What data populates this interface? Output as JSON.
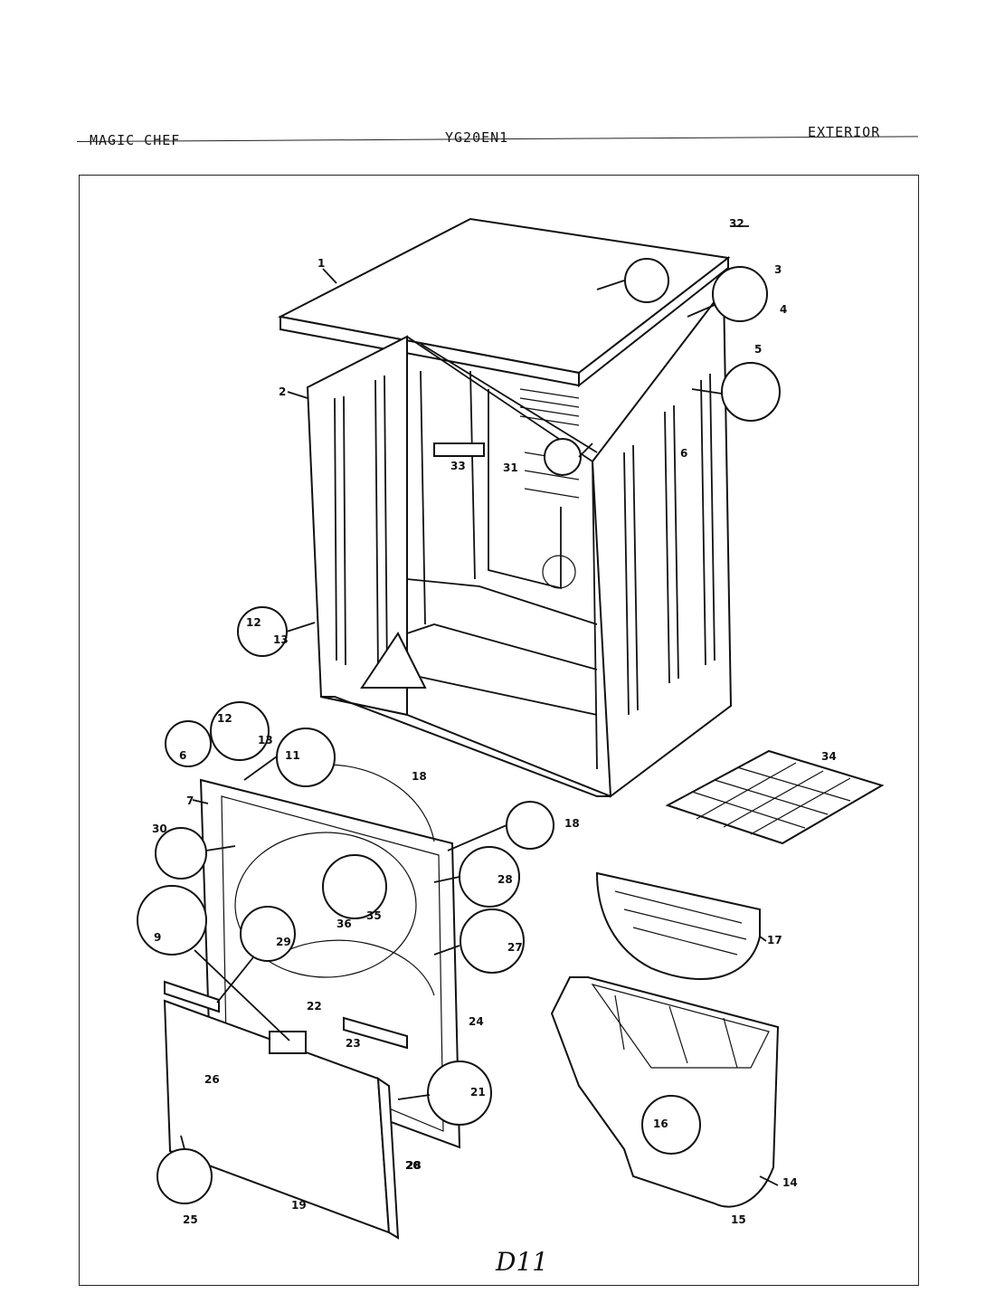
{
  "header": {
    "brand": "MAGIC CHEF",
    "model": "YG20EN1",
    "section": "EXTERIOR"
  },
  "footer": {
    "page_code": "D11"
  },
  "callouts": {
    "c1": "1",
    "c2": "2",
    "c3": "3",
    "c4": "4",
    "c5": "5",
    "c6": "6",
    "c6b": "6",
    "c7": "7",
    "c9": "9",
    "c11": "11",
    "c12a": "12",
    "c13a": "13",
    "c12b": "12",
    "c13b": "13",
    "c14": "14",
    "c15": "15",
    "c16": "16",
    "c17": "17",
    "c18a": "18",
    "c18b": "18",
    "c19": "19",
    "c20": "20",
    "c21": "21",
    "c22": "22",
    "c23": "23",
    "c24": "24",
    "c25": "25",
    "c26": "26",
    "c27": "27",
    "c28a": "28",
    "c28b": "28",
    "c29": "29",
    "c30": "30",
    "c31": "31",
    "c32": "32",
    "c33": "33",
    "c34": "34",
    "c35": "35",
    "c36": "36"
  }
}
